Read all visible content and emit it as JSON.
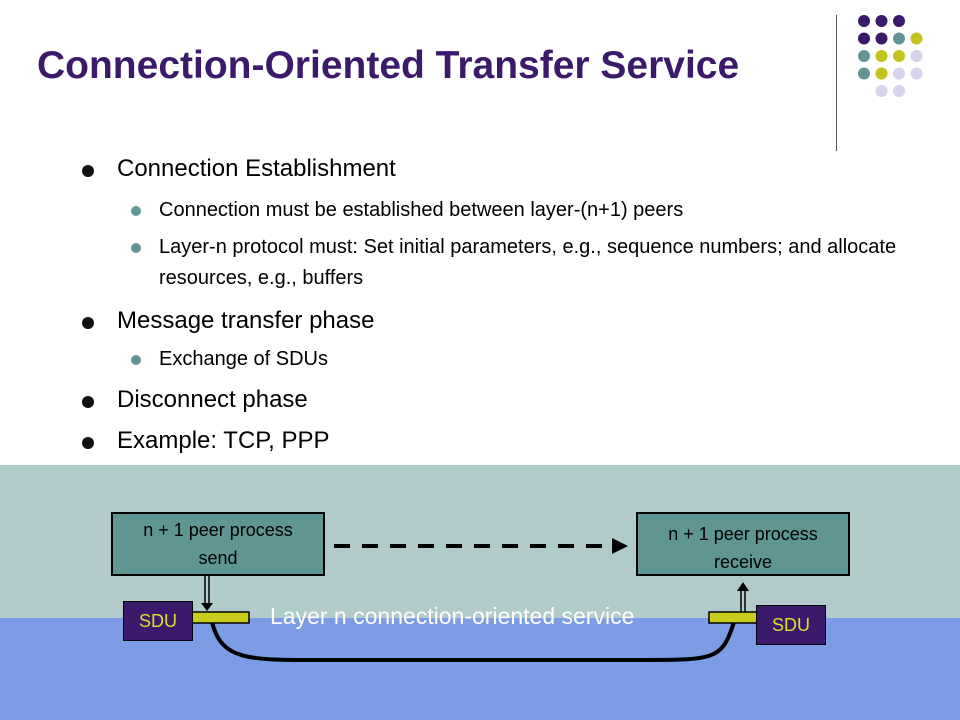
{
  "slide": {
    "title": "Connection-Oriented Transfer Service"
  },
  "bullets": [
    {
      "text": "Connection  Establishment",
      "subitems": [
        "Connection must be established between layer-(n+1) peers",
        "Layer-n protocol must: Set initial parameters, e.g., sequence numbers; and allocate resources, e.g., buffers"
      ]
    },
    {
      "text": "Message transfer phase",
      "subitems": [
        "Exchange of SDUs"
      ]
    },
    {
      "text": "Disconnect phase",
      "subitems": []
    },
    {
      "text": "Example:  TCP, PPP",
      "subitems": []
    }
  ],
  "diagram": {
    "sender": {
      "line1": "n + 1 peer process",
      "line2": "send"
    },
    "receiver": {
      "line1": "n + 1 peer process",
      "line2": "receive"
    },
    "sdu_left": "SDU",
    "sdu_right": "SDU",
    "service_label": "Layer n connection-oriented service"
  },
  "colors": {
    "title": "#3b1a6b",
    "purple": "#3b1a6b",
    "teal": "#5f9593",
    "olive": "#c4c21b",
    "lavender": "#d4d4ec",
    "band_top": "#b0cbc9",
    "band_bottom": "#7d9ce6",
    "sdu_text": "#d7e02a",
    "bar": "#c9cc1c"
  }
}
